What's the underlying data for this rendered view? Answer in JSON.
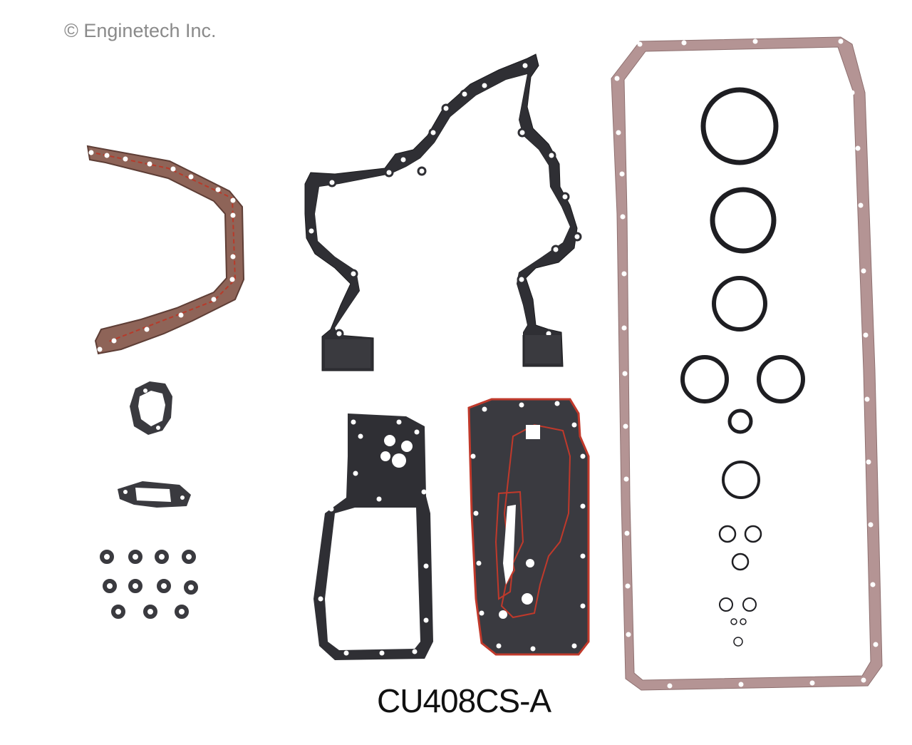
{
  "copyright": "© Enginetech Inc.",
  "part_number": "CU408CS-A",
  "colors": {
    "background": "#ffffff",
    "black_gasket": "#2f2f34",
    "fiber_gasket": "#8e6458",
    "paper_gasket": "#b49494",
    "bead": "#c0392b",
    "oring": "#1e1e22"
  },
  "items": [
    "rear-seal-housing-gasket",
    "front-cover-gasket",
    "oil-pan-gasket",
    "fuel-pump-gasket",
    "small-flange-gasket",
    "oil-cooler-gasket",
    "oil-cooler-core-gasket",
    "o-rings",
    "small-seal-rings"
  ]
}
